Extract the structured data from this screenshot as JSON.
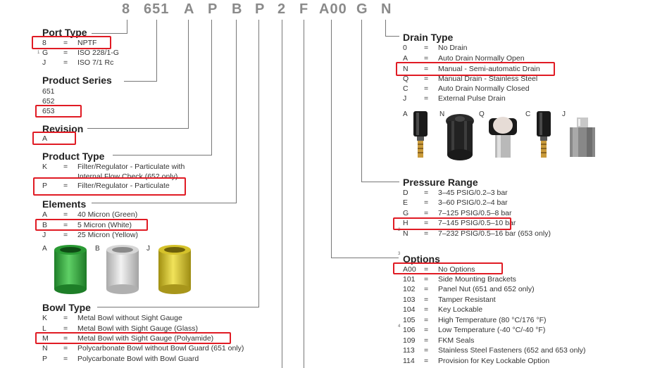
{
  "codes": [
    "8",
    "651",
    "A",
    "P",
    "B",
    "P",
    "2",
    "F",
    "A00",
    "G",
    "N"
  ],
  "port_type": {
    "title": "Port Type",
    "rows": [
      {
        "code": "8",
        "eq": "=",
        "desc": "NPTF"
      },
      {
        "code": "G",
        "eq": "=",
        "desc": "ISO 228/1-G",
        "note": "1"
      },
      {
        "code": "J",
        "eq": "=",
        "desc": "ISO 7/1 Rc"
      }
    ]
  },
  "product_series": {
    "title": "Product Series",
    "rows": [
      "651",
      "652",
      "653"
    ]
  },
  "revision": {
    "title": "Revision",
    "rows": [
      "A"
    ]
  },
  "product_type": {
    "title": "Product Type",
    "rows": [
      {
        "code": "K",
        "eq": "=",
        "desc": "Filter/Regulator - Particulate with",
        "desc2": "Internal Flow Check (652 only)"
      },
      {
        "code": "P",
        "eq": "=",
        "desc": "Filter/Regulator - Particulate"
      }
    ]
  },
  "elements": {
    "title": "Elements",
    "rows": [
      {
        "code": "A",
        "eq": "=",
        "desc": "40 Micron (Green)"
      },
      {
        "code": "B",
        "eq": "=",
        "desc": "5 Micron (White)"
      },
      {
        "code": "J",
        "eq": "=",
        "desc": "25 Micron (Yellow)"
      }
    ],
    "images": [
      {
        "label": "A",
        "color": "#2fa83a"
      },
      {
        "label": "B",
        "color": "#d8d8d8"
      },
      {
        "label": "J",
        "color": "#d9c62c"
      }
    ]
  },
  "bowl_type": {
    "title": "Bowl Type",
    "rows": [
      {
        "code": "K",
        "eq": "=",
        "desc": "Metal Bowl without Sight Gauge"
      },
      {
        "code": "L",
        "eq": "=",
        "desc": "Metal Bowl with Sight Gauge (Glass)"
      },
      {
        "code": "M",
        "eq": "=",
        "desc": "Metal Bowl with Sight Gauge (Polyamide)"
      },
      {
        "code": "N",
        "eq": "=",
        "desc": "Polycarbonate Bowl without Bowl Guard (651 only)"
      },
      {
        "code": "P",
        "eq": "=",
        "desc": "Polycarbonate Bowl with Bowl Guard"
      }
    ]
  },
  "drain_type": {
    "title": "Drain Type",
    "rows": [
      {
        "code": "0",
        "eq": "=",
        "desc": "No Drain"
      },
      {
        "code": "A",
        "eq": "=",
        "desc": "Auto Drain Normally Open"
      },
      {
        "code": "N",
        "eq": "=",
        "desc": "Manual - Semi-automatic Drain"
      },
      {
        "code": "Q",
        "eq": "=",
        "desc": "Manual Drain - Stainless Steel"
      },
      {
        "code": "C",
        "eq": "=",
        "desc": "Auto Drain Normally Closed"
      },
      {
        "code": "J",
        "eq": "=",
        "desc": "External Pulse Drain"
      }
    ],
    "image_labels": [
      "A",
      "N",
      "Q",
      "C",
      "J"
    ]
  },
  "pressure_range": {
    "title": "Pressure Range",
    "rows": [
      {
        "code": "D",
        "eq": "=",
        "desc": "3–45 PSIG/0.2–3 bar"
      },
      {
        "code": "E",
        "eq": "=",
        "desc": "3–60 PSIG/0.2–4 bar"
      },
      {
        "code": "G",
        "eq": "=",
        "desc": "7–125 PSIG/0.5–8 bar"
      },
      {
        "code": "H",
        "eq": "=",
        "desc": "7–145 PSIG/0.5–10 bar"
      },
      {
        "code": "N",
        "eq": "=",
        "desc": "7–232 PSIG/0.5–16 bar (653 only)",
        "note": "2"
      }
    ]
  },
  "options": {
    "title": "Options",
    "note": "3",
    "rows": [
      {
        "code": "A00",
        "eq": "=",
        "desc": "No Options"
      },
      {
        "code": "101",
        "eq": "=",
        "desc": "Side Mounting Brackets"
      },
      {
        "code": "102",
        "eq": "=",
        "desc": "Panel Nut (651 and 652 only)"
      },
      {
        "code": "103",
        "eq": "=",
        "desc": "Tamper Resistant"
      },
      {
        "code": "104",
        "eq": "=",
        "desc": "Key Lockable"
      },
      {
        "code": "105",
        "eq": "=",
        "desc": "High Temperature (80 °C/176 °F)"
      },
      {
        "code": "106",
        "eq": "=",
        "desc": "Low Temperature (-40 °C/-40 °F)",
        "note": "4"
      },
      {
        "code": "109",
        "eq": "=",
        "desc": "FKM Seals"
      },
      {
        "code": "113",
        "eq": "=",
        "desc": "Stainless Steel Fasteners (652 and 653 only)"
      },
      {
        "code": "114",
        "eq": "=",
        "desc": "Provision for Key Lockable Option"
      }
    ]
  }
}
